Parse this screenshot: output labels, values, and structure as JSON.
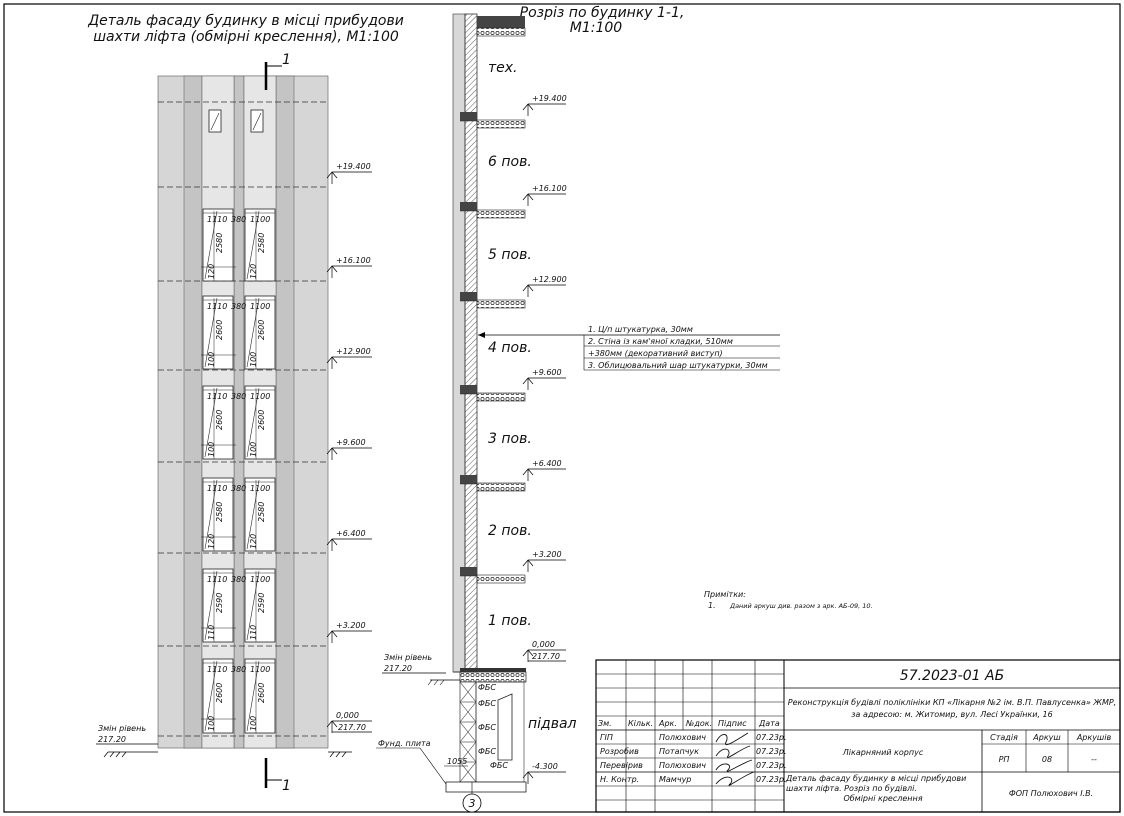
{
  "facade": {
    "title_line1": "Деталь фасаду будинку в місці прибудови",
    "title_line2": "шахти ліфта (обмірні креслення), М1:100",
    "section_mark": "1",
    "ground_label": "Змін рівень",
    "ground_value": "217.20",
    "levels": [
      {
        "mark": "+19.400"
      },
      {
        "mark": "+16.100"
      },
      {
        "mark": "+12.900"
      },
      {
        "mark": "+9.600"
      },
      {
        "mark": "+6.400"
      },
      {
        "mark": "+3.200"
      },
      {
        "mark": "0,000",
        "abs": "217.70"
      }
    ],
    "window_rows": [
      {
        "w1": "1110",
        "gap": "380",
        "w2": "1100",
        "h": "2580",
        "sill": "120"
      },
      {
        "w1": "1110",
        "gap": "380",
        "w2": "1100",
        "h": "2600",
        "sill": "100"
      },
      {
        "w1": "1110",
        "gap": "380",
        "w2": "1100",
        "h": "2600",
        "sill": "100"
      },
      {
        "w1": "1110",
        "gap": "380",
        "w2": "1100",
        "h": "2580",
        "sill": "120"
      },
      {
        "w1": "1110",
        "gap": "380",
        "w2": "1100",
        "h": "2590",
        "sill": "110"
      },
      {
        "w1": "1110",
        "gap": "380",
        "w2": "1100",
        "h": "2600",
        "sill": "100"
      }
    ]
  },
  "section": {
    "title_line1": "Розріз по будинку 1-1,",
    "title_line2": "М1:100",
    "floors": [
      "тех.",
      "6 пов.",
      "5 пов.",
      "4 пов.",
      "3 пов.",
      "2 пов.",
      "1 пов.",
      "підвал"
    ],
    "levels": [
      {
        "mark": "+19.400"
      },
      {
        "mark": "+16.100"
      },
      {
        "mark": "+12.900"
      },
      {
        "mark": "+9.600"
      },
      {
        "mark": "+6.400"
      },
      {
        "mark": "+3.200"
      },
      {
        "mark": "0,000",
        "abs": "217.70"
      },
      {
        "mark": "-4.300"
      }
    ],
    "ground_label": "Змін рівень",
    "ground_value": "217.20",
    "foundation_label": "Фунд. плита",
    "foundation_dim": "1055",
    "fbs_label": "ФБС",
    "axis_mark": "3",
    "layers": [
      "1. Ц/п штукатурка, 30мм",
      "2. Стіна із кам'яної кладки, 510мм",
      "+380мм (декоративний виступ)",
      "3. Облицювальний шар штукатурки, 30мм"
    ]
  },
  "notes": {
    "title": "Примітки:",
    "item_no": "1.",
    "item_text": "Даний аркуш див. разом з арк. АБ-09, 10."
  },
  "title_block": {
    "code": "57.2023-01 АБ",
    "project": "Реконструкція будівлі поліклініки КП «Лікарня №2 ім. В.П. Павлусенка» ЖМР, за адресою: м. Житомир, вул. Лесі Українки, 16",
    "object": "Лікарняний корпус",
    "sheet_title": "Деталь фасаду будинку в місці прибудови шахти ліфта. Розріз по будівлі. Обмірні креслення",
    "company": "ФОП Полюхович І.В.",
    "headers": {
      "zm": "Зм.",
      "kilk": "Кільк.",
      "ark": "Арк.",
      "ndok": "№док.",
      "pidpys": "Підпис",
      "data": "Дата"
    },
    "stage_headers": {
      "stage": "Стадія",
      "sheet": "Аркуш",
      "sheets": "Аркушів"
    },
    "stage_values": {
      "stage": "РП",
      "sheet": "08",
      "sheets": "--"
    },
    "people": [
      {
        "role": "ГІП",
        "name": "Полюхович",
        "date": "07.23р."
      },
      {
        "role": "Розробив",
        "name": "Потапчук",
        "date": "07.23р."
      },
      {
        "role": "Перевірив",
        "name": "Полюхович",
        "date": "07.23р."
      },
      {
        "role": "Н. Контр.",
        "name": "Мамчур",
        "date": "07.23р."
      }
    ]
  }
}
